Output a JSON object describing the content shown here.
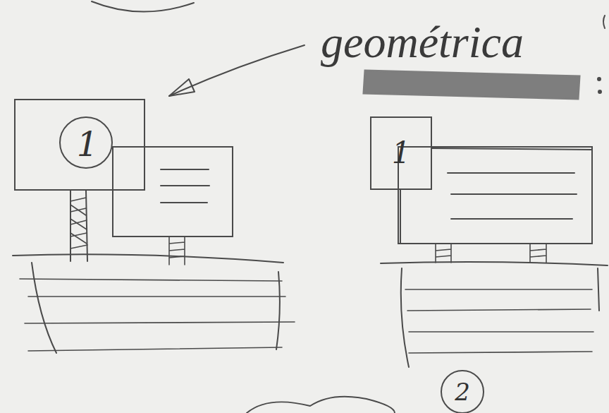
{
  "diagram": {
    "nodes": [
      {
        "text": [
          "1"
        ]
      },
      {
        "text": [
          "1"
        ]
      },
      {
        "text": [
          "2"
        ]
      }
    ],
    "labels": [
      "geométrica"
    ]
  }
}
